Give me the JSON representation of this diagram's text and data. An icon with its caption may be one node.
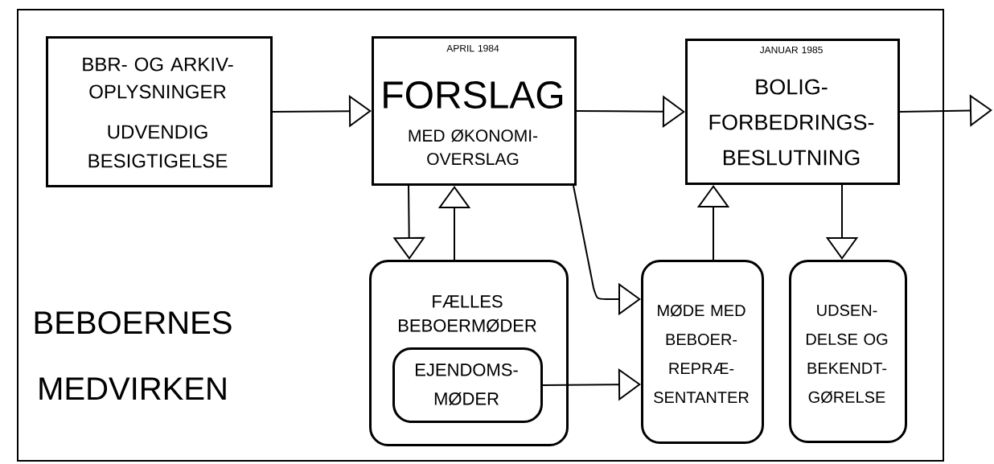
{
  "diagram": {
    "nodes": [
      {
        "text": [
          "BBR- OG ARKIV- OPLYSNINGER",
          "UDVENDIG BESIGTIGELSE"
        ]
      },
      {
        "text": [
          "APRIL 1984",
          "FORSLAG",
          "MED ØKONOMI- OVERSLAG"
        ]
      },
      {
        "text": [
          "JANUAR 1985",
          "BOLIG- FORBEDRINGS- BESLUTNING"
        ]
      },
      {
        "text": [
          "FÆLLES BEBOERMØDER"
        ]
      },
      {
        "text": [
          "EJENDOMS- MØDER"
        ],
        "in": 3
      },
      {
        "text": [
          "MØDE MED BEBOER- REPRÆ- SENTANTER"
        ]
      },
      {
        "text": [
          "UDSEN- DELSE OG BEKENDT- GØRELSE"
        ]
      }
    ],
    "edges": [
      {
        "from": 0,
        "to": 1,
        "arrow": "to"
      },
      {
        "from": 1,
        "to": 2,
        "arrow": "to"
      },
      {
        "from": 2,
        "to": null,
        "arrow": "to"
      },
      {
        "from": 1,
        "to": 3,
        "arrow": "to"
      },
      {
        "from": 3,
        "to": 1,
        "arrow": "to"
      },
      {
        "from": 1,
        "to": 5,
        "arrow": "to"
      },
      {
        "from": 4,
        "to": 5,
        "arrow": "to"
      },
      {
        "from": 5,
        "to": 2,
        "arrow": "to"
      },
      {
        "from": 2,
        "to": 6,
        "arrow": "to"
      }
    ],
    "labels": [
      "BEBOERNES MEDVIRKEN"
    ]
  }
}
